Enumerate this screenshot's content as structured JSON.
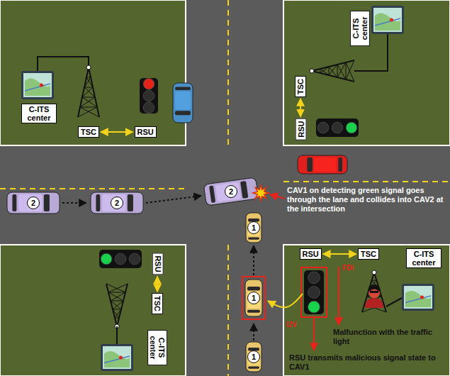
{
  "diagram": {
    "nodes": [
      {
        "text": [
          "C-ITS center"
        ]
      },
      {
        "text": [
          "TSC"
        ]
      },
      {
        "text": [
          "RSU"
        ]
      },
      {
        "text": [
          "C-ITS center"
        ]
      },
      {
        "text": [
          "TSC"
        ]
      },
      {
        "text": [
          "RSU"
        ]
      },
      {
        "text": [
          "2"
        ]
      },
      {
        "text": [
          "2"
        ]
      },
      {
        "text": [
          "2"
        ]
      },
      {
        "text": [
          "RSU"
        ]
      },
      {
        "text": [
          "TSC"
        ]
      },
      {
        "text": [
          "C-ITS center"
        ]
      },
      {
        "text": [
          "RSU"
        ]
      },
      {
        "text": [
          "TSC"
        ]
      },
      {
        "text": [
          "C-ITS center"
        ]
      },
      {
        "text": [
          "1"
        ]
      },
      {
        "text": [
          "1"
        ]
      },
      {
        "text": [
          "1"
        ]
      }
    ],
    "edges": [
      {
        "from": 1,
        "to": 2,
        "arrow": "both"
      },
      {
        "from": 4,
        "to": 5,
        "arrow": "both"
      },
      {
        "from": 9,
        "to": 10,
        "arrow": "both"
      },
      {
        "from": 12,
        "to": 13,
        "arrow": "both"
      }
    ],
    "labels": [
      "CAV1 on detecting green signal goes through the lane and collides into CAV2 at the intersection",
      "FDI",
      "I2V",
      "Malfunction with the traffic light",
      "RSU transmits malicious signal state to CAV1"
    ]
  }
}
